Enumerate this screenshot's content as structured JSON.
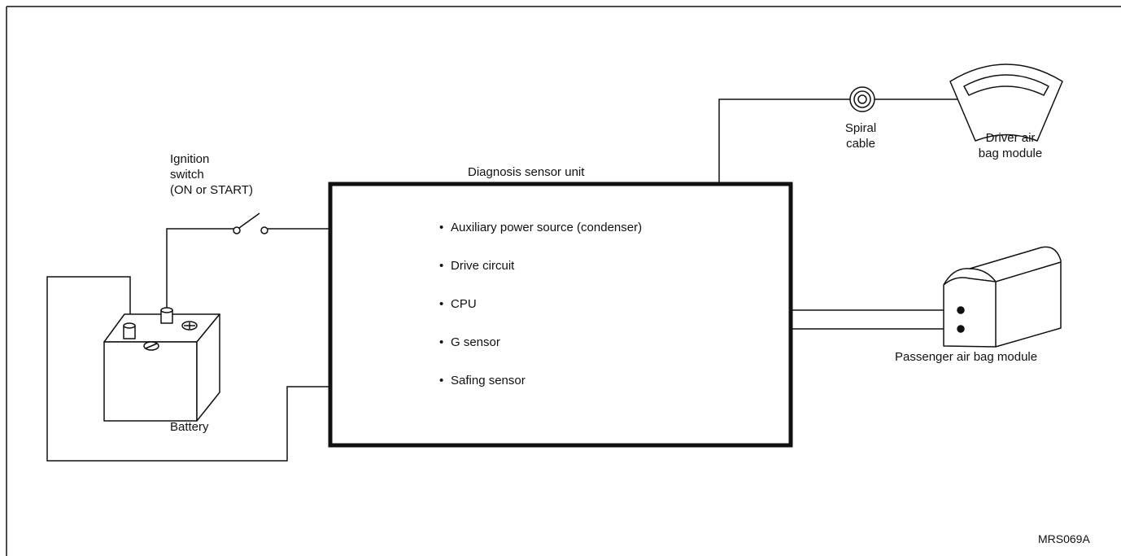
{
  "diagram": {
    "unit_title": "Diagnosis sensor unit",
    "unit_items": [
      "Auxiliary power source (condenser)",
      "Drive circuit",
      "CPU",
      "G sensor",
      "Safing sensor"
    ],
    "ignition_label": [
      "Ignition",
      "switch",
      "(ON or START)"
    ],
    "battery_label": "Battery",
    "spiral_label": [
      "Spiral",
      "cable"
    ],
    "driver_label": [
      "Driver air",
      "bag module"
    ],
    "passenger_label": "Passenger air bag module",
    "figure_id": "MRS069A"
  },
  "colors": {
    "line": "#111111",
    "background": "#ffffff"
  }
}
